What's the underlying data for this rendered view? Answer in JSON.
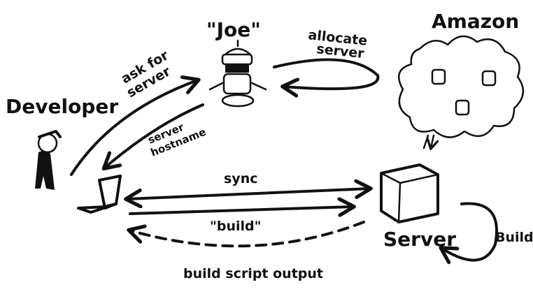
{
  "nodes": {
    "developer": "Developer",
    "joe": "\"Joe\"",
    "amazon": "Amazon",
    "server": "Server"
  },
  "edges": {
    "ask_for_server_line1": "ask for",
    "ask_for_server_line2": "server",
    "allocate_line1": "allocate",
    "allocate_line2": "server",
    "hostname_line1": "server",
    "hostname_line2": "hostname",
    "sync": "sync",
    "build": "\"build\"",
    "build_script_output": "build script output",
    "build_loop": "Build"
  },
  "colors": {
    "ink": "#111111",
    "background": "#ffffff"
  }
}
